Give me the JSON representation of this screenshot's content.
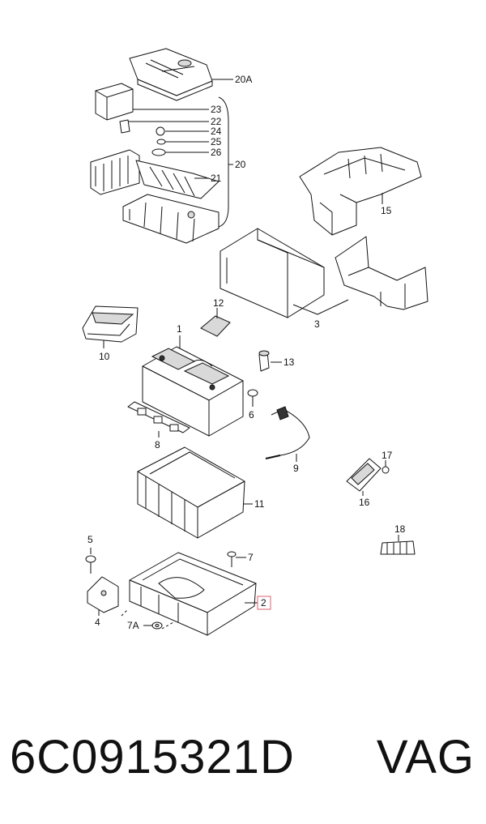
{
  "callouts": {
    "c20A": "20A",
    "c23": "23",
    "c22": "22",
    "c24": "24",
    "c25": "25",
    "c26": "26",
    "c21": "21",
    "c20": "20",
    "c15": "15",
    "c3": "3",
    "c12": "12",
    "c1": "1",
    "c10": "10",
    "c13": "13",
    "c6": "6",
    "c8": "8",
    "c9": "9",
    "c17": "17",
    "c16": "16",
    "c11": "11",
    "c18": "18",
    "c5": "5",
    "c7": "7",
    "c2": "2",
    "c4": "4",
    "c7A": "7A"
  },
  "highlight_color": "#e06070",
  "footer": {
    "part_number": "6C0915321D",
    "brand": "VAG"
  }
}
